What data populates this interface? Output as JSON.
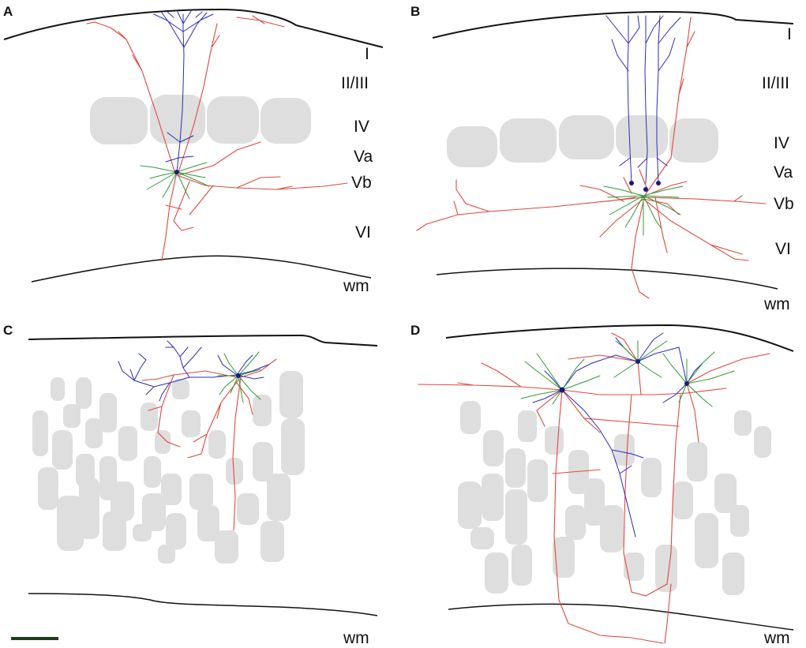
{
  "colors": {
    "axon": "#e0483e",
    "apical_dendrite": "#2b2bbd",
    "basal_dendrite": "#2e9b35",
    "barrel": "#dedede",
    "outline": "#111111",
    "scale_bar": "#1e3d1a"
  },
  "panels": {
    "A": {
      "letter": "A",
      "layers": {
        "l1": "I",
        "l23": "II/III",
        "l4": "IV",
        "l5a": "Va",
        "l5b": "Vb",
        "l6": "VI",
        "wm": "wm"
      }
    },
    "B": {
      "letter": "B",
      "layers": {
        "l1": "I",
        "l23": "II/III",
        "l4": "IV",
        "l5a": "Va",
        "l5b": "Vb",
        "l6": "VI",
        "wm": "wm"
      }
    },
    "C": {
      "letter": "C",
      "layers": {
        "wm": "wm"
      }
    },
    "D": {
      "letter": "D",
      "layers": {
        "wm": "wm"
      }
    }
  }
}
